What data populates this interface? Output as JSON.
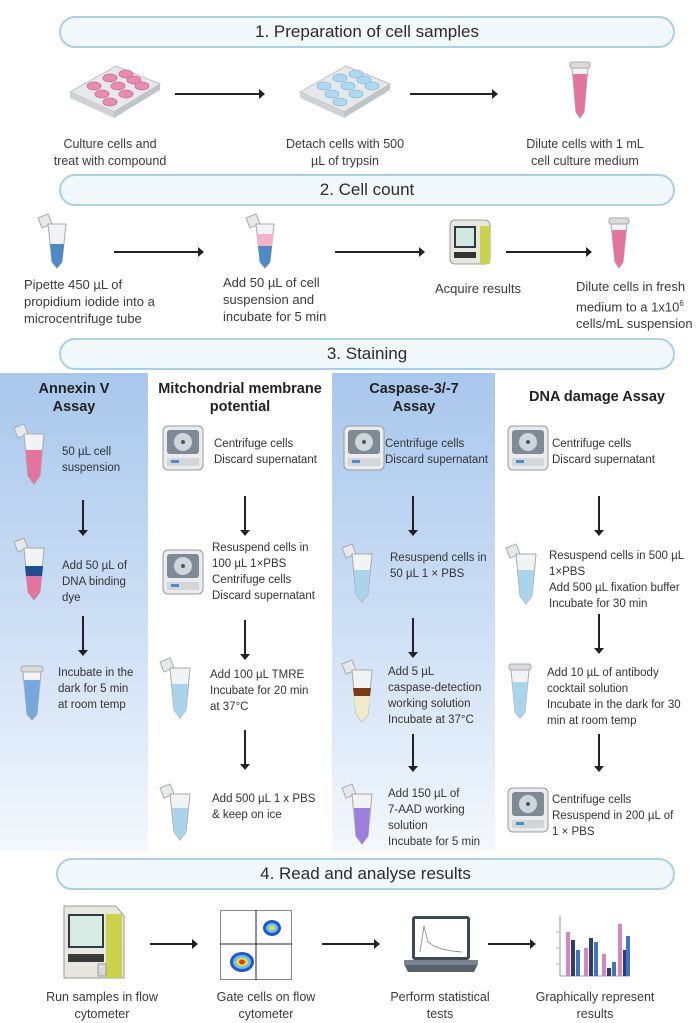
{
  "sections": {
    "s1": "1. Preparation of cell samples",
    "s2": "2. Cell count",
    "s3": "3. Staining",
    "s4": "4. Read and analyse results"
  },
  "prep": {
    "step1": "Culture cells and\ntreat with compound",
    "step2": "Detach cells with 500\nµL of trypsin",
    "step3": "Dilute cells with 1 mL\ncell culture medium"
  },
  "count": {
    "step1": "Pipette 450 µL of\npropidium iodide into a\nmicrocentrifuge tube",
    "step2": "Add 50 µL of cell\nsuspension and\nincubate for 5 min",
    "step3": "Acquire results",
    "step4_pre": "Dilute cells in fresh\nmedium to a 1x10",
    "step4_sup": "6",
    "step4_post": "cells/mL suspension"
  },
  "staining": {
    "annexin": {
      "title": "Annexin V\nAssay",
      "s1": "50 µL cell\nsuspension",
      "s2": "Add 50 µL of\nDNA binding\ndye",
      "s3": "Incubate in the\ndark for 5 min\nat room temp"
    },
    "mito": {
      "title": "Mitchondrial membrane\npotential",
      "s1": "Centrifuge cells\nDiscard supernatant",
      "s2": "Resuspend cells in\n100 µL 1×PBS\nCentrifuge cells\nDiscard supernatant",
      "s3": "Add 100 µL TMRE\nIncubate for 20 min\nat 37°C",
      "s4": "Add 500 µL 1 x PBS\n& keep on ice"
    },
    "caspase": {
      "title": "Caspase-3/-7\nAssay",
      "s1": "Centrifuge cells\nDiscard supernatant",
      "s2": "Resuspend cells in\n50 µL 1 × PBS",
      "s3": "Add 5 µL\ncaspase-detection\nworking solution\nIncubate at 37°C",
      "s4": "Add 150 µL of\n7-AAD working\nsolution\nIncubate for 5 min"
    },
    "dna": {
      "title": "DNA damage Assay",
      "s1": "Centrifuge cells\nDiscard supernatant",
      "s2": "Resuspend cells in 500 µL\n1×PBS\nAdd 500 µL fixation buffer\nIncubate for 30 min",
      "s3": "Add 10 µL of antibody\ncocktail solution\nIncubate in the dark for 30\nmin at room temp",
      "s4": "Centrifuge cells\nResuspend in 200 µL of\n1 × PBS"
    }
  },
  "results": {
    "step1": "Run samples in flow\ncytometer",
    "step2": "Gate cells on flow\ncytometer",
    "step3": "Perform statistical\ntests",
    "step4": "Graphically represent\nresults"
  },
  "colors": {
    "pill_border": "#a9d0e6",
    "pill_fill": "#f0f8fc",
    "column_blue": "#a9c9ec",
    "pink_liquid": "#e4739f",
    "blue_liquid": "#a9d4ec"
  }
}
